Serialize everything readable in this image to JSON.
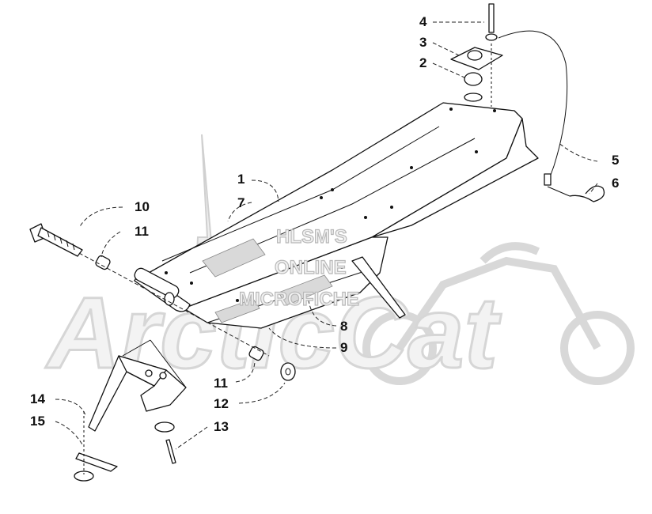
{
  "watermark": {
    "line1": "HLSM'S",
    "line2": "ONLINE",
    "line3": "MICROFICHE",
    "brand": "ArcticCat"
  },
  "callouts": [
    {
      "id": "1",
      "label": "1"
    },
    {
      "id": "2",
      "label": "2"
    },
    {
      "id": "3",
      "label": "3"
    },
    {
      "id": "4",
      "label": "4"
    },
    {
      "id": "5",
      "label": "5"
    },
    {
      "id": "6",
      "label": "6"
    },
    {
      "id": "7",
      "label": "7"
    },
    {
      "id": "8",
      "label": "8"
    },
    {
      "id": "9",
      "label": "9"
    },
    {
      "id": "10",
      "label": "10"
    },
    {
      "id": "11a",
      "label": "11"
    },
    {
      "id": "11b",
      "label": "11"
    },
    {
      "id": "12",
      "label": "12"
    },
    {
      "id": "13",
      "label": "13"
    },
    {
      "id": "14",
      "label": "14"
    },
    {
      "id": "15",
      "label": "15"
    }
  ]
}
